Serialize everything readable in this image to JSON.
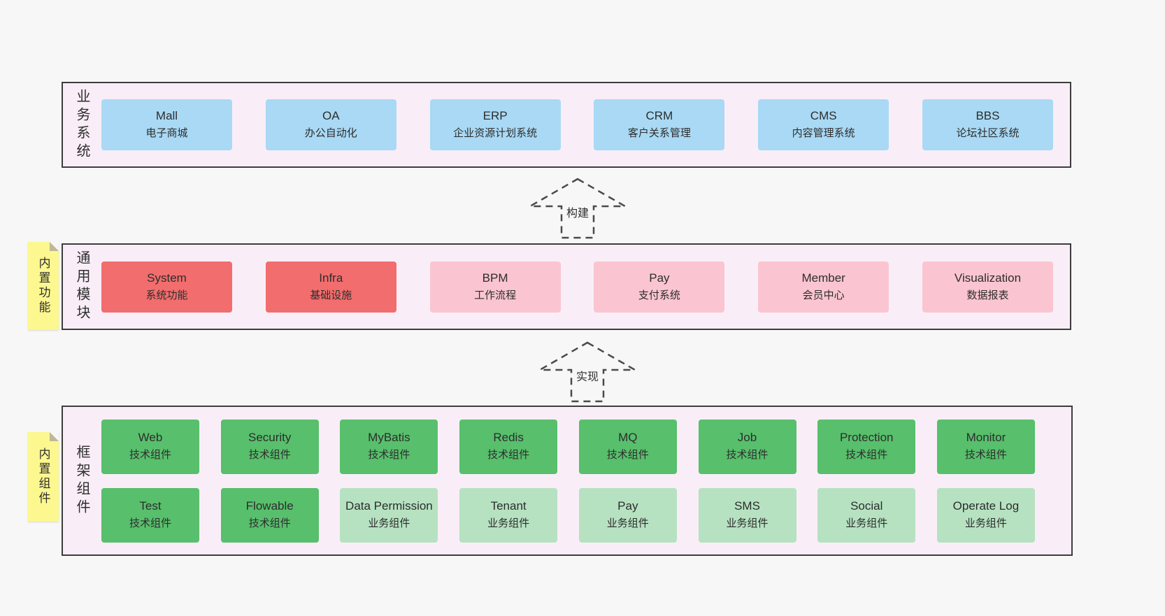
{
  "colors": {
    "page_background": "#f7f7f8",
    "band_background": "#f9eef7",
    "band_border": "#3d3d3d",
    "blue_box": "#a9d9f4",
    "red_box": "#f26d6d",
    "pink_box": "#fac5d0",
    "green_box": "#58bf6c",
    "light_green_box": "#b6e2c1",
    "sticky_note": "#fcf78f"
  },
  "business": {
    "label": "业务系统",
    "items": [
      {
        "name": "Mall",
        "desc": "电子商城"
      },
      {
        "name": "OA",
        "desc": "办公自动化"
      },
      {
        "name": "ERP",
        "desc": "企业资源计划系统"
      },
      {
        "name": "CRM",
        "desc": "客户关系管理"
      },
      {
        "name": "CMS",
        "desc": "内容管理系统"
      },
      {
        "name": "BBS",
        "desc": "论坛社区系统"
      }
    ]
  },
  "arrows": {
    "build": "构建",
    "implement": "实现"
  },
  "modules": {
    "label": "通用模块",
    "sticky": "内置功能",
    "items": [
      {
        "name": "System",
        "desc": "系统功能",
        "variant": "red"
      },
      {
        "name": "Infra",
        "desc": "基础设施",
        "variant": "red"
      },
      {
        "name": "BPM",
        "desc": "工作流程",
        "variant": "pink"
      },
      {
        "name": "Pay",
        "desc": "支付系统",
        "variant": "pink"
      },
      {
        "name": "Member",
        "desc": "会员中心",
        "variant": "pink"
      },
      {
        "name": "Visualization",
        "desc": "数据报表",
        "variant": "pink"
      }
    ]
  },
  "components": {
    "label": "框架组件",
    "sticky": "内置组件",
    "row1": [
      {
        "name": "Web",
        "desc": "技术组件",
        "variant": "green"
      },
      {
        "name": "Security",
        "desc": "技术组件",
        "variant": "green"
      },
      {
        "name": "MyBatis",
        "desc": "技术组件",
        "variant": "green"
      },
      {
        "name": "Redis",
        "desc": "技术组件",
        "variant": "green"
      },
      {
        "name": "MQ",
        "desc": "技术组件",
        "variant": "green"
      },
      {
        "name": "Job",
        "desc": "技术组件",
        "variant": "green"
      },
      {
        "name": "Protection",
        "desc": "技术组件",
        "variant": "green"
      },
      {
        "name": "Monitor",
        "desc": "技术组件",
        "variant": "green"
      }
    ],
    "row2": [
      {
        "name": "Test",
        "desc": "技术组件",
        "variant": "green"
      },
      {
        "name": "Flowable",
        "desc": "技术组件",
        "variant": "green"
      },
      {
        "name": "Data Permission",
        "desc": "业务组件",
        "variant": "lightgreen"
      },
      {
        "name": "Tenant",
        "desc": "业务组件",
        "variant": "lightgreen"
      },
      {
        "name": "Pay",
        "desc": "业务组件",
        "variant": "lightgreen"
      },
      {
        "name": "SMS",
        "desc": "业务组件",
        "variant": "lightgreen"
      },
      {
        "name": "Social",
        "desc": "业务组件",
        "variant": "lightgreen"
      },
      {
        "name": "Operate Log",
        "desc": "业务组件",
        "variant": "lightgreen"
      }
    ]
  }
}
